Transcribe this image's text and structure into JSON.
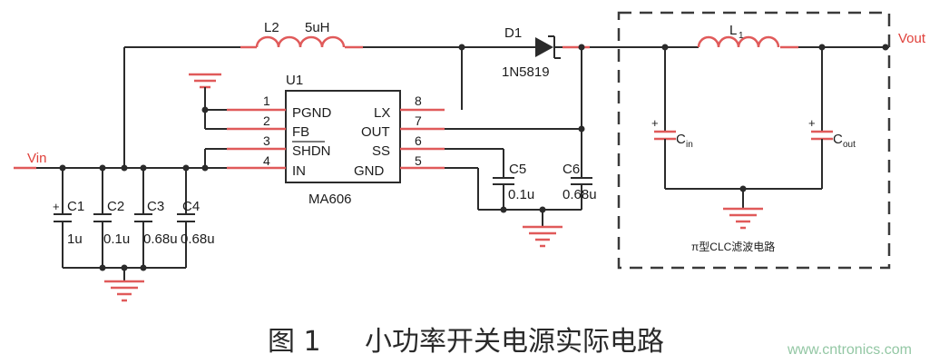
{
  "labels": {
    "vin": "Vin",
    "vout": "Vout",
    "l2": "L2",
    "l2_value": "5uH",
    "d1": "D1",
    "d1_part": "1N5819",
    "u1": "U1",
    "ic_part": "MA606",
    "c1": "C1",
    "c1_value": "1u",
    "c2": "C2",
    "c2_value": "0.1u",
    "c3": "C3",
    "c3_value": "0.68u",
    "c4": "C4",
    "c4_value": "0.68u",
    "c5": "C5",
    "c5_value": "0.1u",
    "c6": "C6",
    "c6_value": "0.68u",
    "l1": "L",
    "l1_sub": "1",
    "cin": "C",
    "cin_sub": "in",
    "cout": "C",
    "cout_sub": "out",
    "filter_box": "π型CLC滤波电路"
  },
  "ic": {
    "left_pins": [
      {
        "num": "1",
        "name": "PGND"
      },
      {
        "num": "2",
        "name": "FB"
      },
      {
        "num": "3",
        "name": "SHDN"
      },
      {
        "num": "4",
        "name": "IN"
      }
    ],
    "right_pins": [
      {
        "num": "8",
        "name": "LX"
      },
      {
        "num": "7",
        "name": "OUT"
      },
      {
        "num": "6",
        "name": "SS"
      },
      {
        "num": "5",
        "name": "GND"
      }
    ]
  },
  "caption": {
    "figure": "图 1",
    "title": "小功率开关电源实际电路"
  },
  "watermark": "www.cntronics.com",
  "colors": {
    "wire": "#2b2b2b",
    "highlight_wire": "#e05a5a",
    "vout_label": "#e0413b"
  }
}
